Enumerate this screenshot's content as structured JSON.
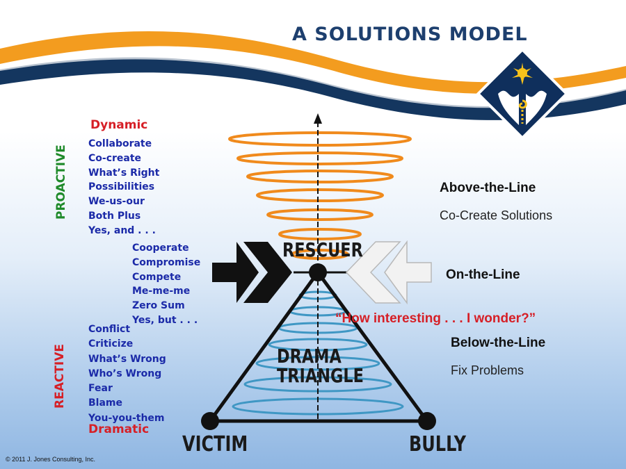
{
  "title": "A SOLUTIONS MODEL",
  "left_top": {
    "heading": "Dynamic",
    "items": [
      "Collaborate",
      "Co-create",
      "What’s Right",
      "Possibilities",
      "We-us-our",
      "Both Plus",
      "Yes, and . . ."
    ]
  },
  "left_mid": {
    "items": [
      "Cooperate",
      "Compromise",
      "Compete",
      "Me-me-me",
      "Zero Sum",
      "Yes, but . . ."
    ]
  },
  "left_bottom": {
    "items": [
      "Conflict",
      "Criticize",
      "What’s Wrong",
      "Who’s Wrong",
      "Fear",
      "Blame",
      "You-you-them"
    ],
    "footer": "Dramatic"
  },
  "vertical_labels": {
    "proactive": "PROACTIVE",
    "reactive": "REACTIVE"
  },
  "right": {
    "above_heading": "Above-the-Line",
    "above_sub": "Co-Create Solutions",
    "on_heading": "On-the-Line",
    "quote": "“How interesting . . . I wonder?”",
    "below_heading": "Below-the-Line",
    "below_sub": "Fix Problems"
  },
  "diagram": {
    "rescuer": "RESCUER",
    "drama_line1": "DRAMA",
    "drama_line2": "TRIANGLE",
    "victim": "VICTIM",
    "bully": "BULLY"
  },
  "copyright": "© 2011 J. Jones Consulting, Inc.",
  "colors": {
    "orange_rings": "#f08a1c",
    "blue_rings": "#3f97c4",
    "title": "#1d3f6e",
    "red": "#d61f26",
    "blue_text": "#1b2aa8",
    "green": "#1f8a2a"
  }
}
